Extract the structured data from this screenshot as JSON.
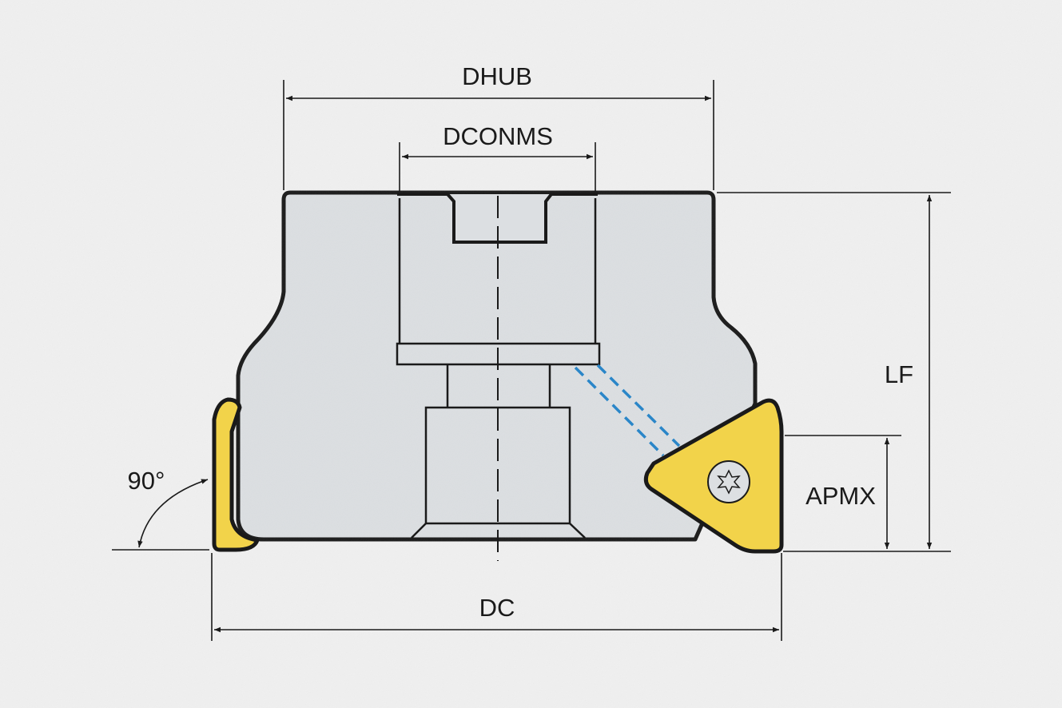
{
  "title": "Face milling cutter dimension drawing",
  "labels": {
    "dhub": "DHUB",
    "dconms": "DCONMS",
    "lf": "LF",
    "apmx": "APMX",
    "dc": "DC",
    "angle": "90°"
  },
  "colors": {
    "body": "#dcdfe2",
    "insert": "#f2d34a",
    "outline": "#1a1a1a",
    "coolant": "#2a86c8",
    "background": "#f0f0f0"
  }
}
